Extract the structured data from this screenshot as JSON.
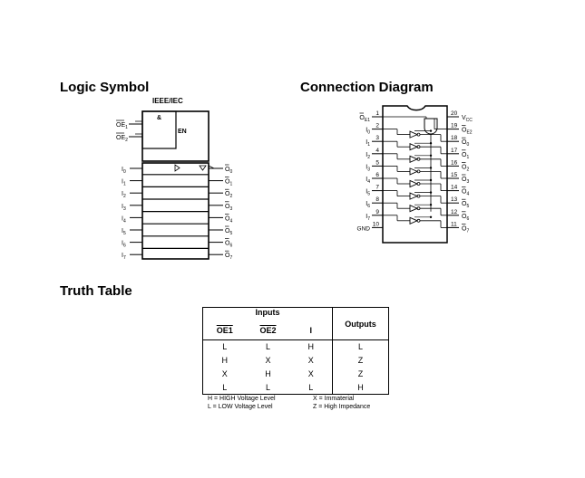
{
  "sections": {
    "logic_symbol": "Logic Symbol",
    "connection_diagram": "Connection Diagram",
    "truth_table": "Truth Table"
  },
  "logic_symbol": {
    "standard_label": "IEEE/IEC",
    "and_label": "&",
    "enable_label": "EN",
    "enable_inputs": [
      "OE",
      "OE"
    ],
    "enable_subscripts": [
      "1",
      "2"
    ],
    "data_inputs": [
      "I0",
      "I1",
      "I2",
      "I3",
      "I4",
      "I5",
      "I6",
      "I7"
    ],
    "data_outputs": [
      "O0",
      "O1",
      "O2",
      "O3",
      "O4",
      "O5",
      "O6",
      "O7"
    ]
  },
  "connection_diagram": {
    "left_pins": [
      {
        "num": "1",
        "label": "OE1",
        "inverted": true
      },
      {
        "num": "2",
        "label": "I0",
        "inverted": false
      },
      {
        "num": "3",
        "label": "I1",
        "inverted": false
      },
      {
        "num": "4",
        "label": "I2",
        "inverted": false
      },
      {
        "num": "5",
        "label": "I3",
        "inverted": false
      },
      {
        "num": "6",
        "label": "I4",
        "inverted": false
      },
      {
        "num": "7",
        "label": "I5",
        "inverted": false
      },
      {
        "num": "8",
        "label": "I6",
        "inverted": false
      },
      {
        "num": "9",
        "label": "I7",
        "inverted": false
      },
      {
        "num": "10",
        "label": "GND",
        "inverted": false
      }
    ],
    "right_pins": [
      {
        "num": "20",
        "label": "VCC",
        "inverted": false
      },
      {
        "num": "19",
        "label": "OE2",
        "inverted": true
      },
      {
        "num": "18",
        "label": "O0",
        "inverted": true
      },
      {
        "num": "17",
        "label": "O1",
        "inverted": true
      },
      {
        "num": "16",
        "label": "O2",
        "inverted": true
      },
      {
        "num": "15",
        "label": "O3",
        "inverted": true
      },
      {
        "num": "14",
        "label": "O4",
        "inverted": true
      },
      {
        "num": "13",
        "label": "O5",
        "inverted": true
      },
      {
        "num": "12",
        "label": "O6",
        "inverted": true
      },
      {
        "num": "11",
        "label": "O7",
        "inverted": true
      }
    ]
  },
  "truth_table": {
    "group_header": "Inputs",
    "outputs_header": "Outputs",
    "columns": [
      "OE1",
      "OE2",
      "I"
    ],
    "rows": [
      [
        "L",
        "L",
        "H",
        "L"
      ],
      [
        "H",
        "X",
        "X",
        "Z"
      ],
      [
        "X",
        "H",
        "X",
        "Z"
      ],
      [
        "L",
        "L",
        "L",
        "H"
      ]
    ],
    "notes": [
      [
        "H = HIGH Voltage Level",
        "X = Immaterial"
      ],
      [
        "L = LOW Voltage Level",
        "Z = High Impedance"
      ]
    ]
  }
}
